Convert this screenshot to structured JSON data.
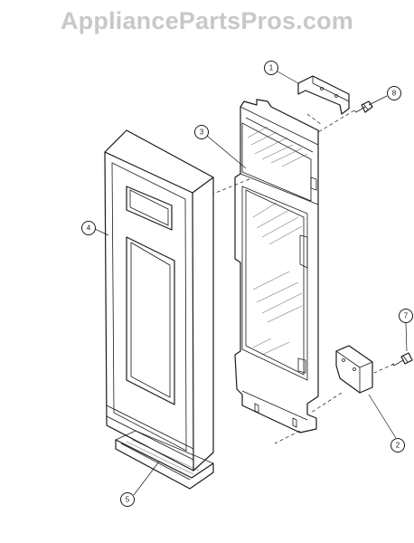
{
  "watermark": "AppliancePartsPros.com",
  "callouts": {
    "bracket_top": "1",
    "bracket_bottom": "2",
    "inner_panel": "3",
    "door_frame": "4",
    "door_strip": "5",
    "screw_bottom": "7",
    "screw_top": "8"
  }
}
